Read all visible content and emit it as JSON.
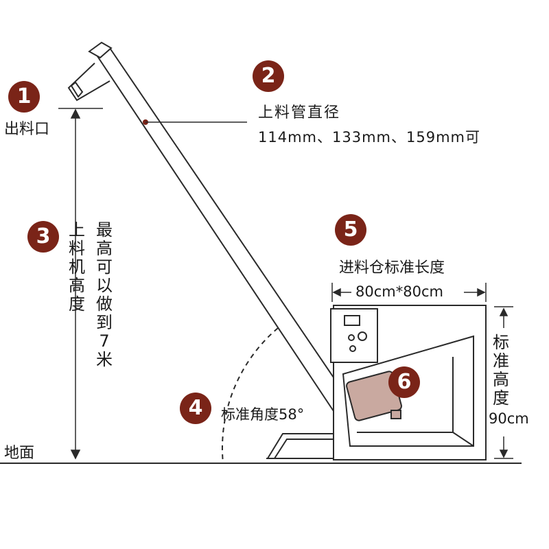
{
  "badges": {
    "b1": "1",
    "b2": "2",
    "b3": "3",
    "b4": "4",
    "b5": "5",
    "b6": "6"
  },
  "labels": {
    "outlet": "出料口",
    "pipe_diameter_title": "上料管直径",
    "pipe_diameter_values": "114mm、133mm、159mm可",
    "height_label": "上料机高度",
    "max_height": "最高可以做到7米",
    "standard_angle": "标准角度58°",
    "hopper_title": "进料仓标准长度",
    "hopper_size": "80cm*80cm",
    "std_height_label": "标准高度",
    "std_height_value": "90cm",
    "ground": "地面"
  },
  "colors": {
    "badge": "#7a2418",
    "line": "#2a2a2a",
    "motor": "#c9a9a0"
  }
}
